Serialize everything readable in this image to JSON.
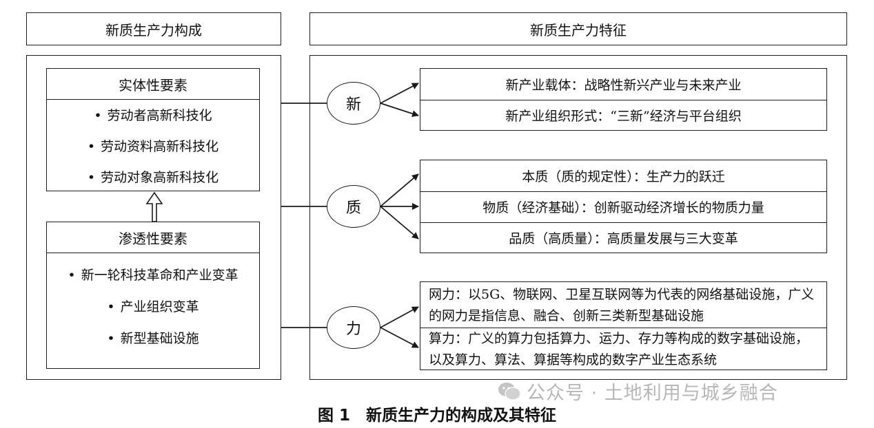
{
  "header": {
    "left_title": "新质生产力构成",
    "right_title": "新质生产力特征"
  },
  "composition": {
    "entity": {
      "title": "实体性要素",
      "items": [
        "劳动者高新科技化",
        "劳动资料高新科技化",
        "劳动对象高新科技化"
      ]
    },
    "penetration": {
      "title": "渗透性要素",
      "items": [
        "新一轮科技革命和产业变革",
        "产业组织变革",
        "新型基础设施"
      ]
    }
  },
  "features": {
    "xin": {
      "label": "新",
      "items": [
        "新产业载体：战略性新兴产业与未来产业",
        "新产业组织形式：“三新”经济与平台组织"
      ]
    },
    "zhi": {
      "label": "质",
      "items": [
        "本质（质的规定性）：生产力的跃迁",
        "物质（经济基础）：创新驱动经济增长的物质力量",
        "品质（高质量）：高质量发展与三大变革"
      ]
    },
    "li": {
      "label": "力",
      "items": [
        "网力：以5G、物联网、卫星互联网等为代表的网络基础设施，广义的网力是指信息、融合、创新三类新型基础设施",
        "算力：广义的算力包括算力、运力、存力等构成的数字基础设施，以及算力、算法、算据等构成的数字产业生态系统"
      ]
    }
  },
  "watermark": "公众号 · 土地利用与城乡融合",
  "caption": "图 1　新质生产力的构成及其特征"
}
